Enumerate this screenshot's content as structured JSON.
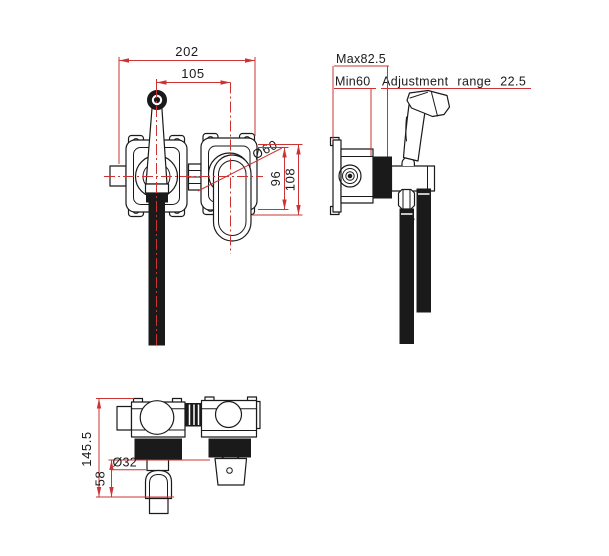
{
  "colors": {
    "dimension_red": "#cc3333",
    "line_black": "#1a1a1a",
    "background": "#ffffff"
  },
  "front_view": {
    "dim_width_total": "202",
    "dim_width_centers": "105",
    "dim_escutcheon_diameter": "Ø60",
    "dim_plate_height": "96",
    "dim_total_height": "108"
  },
  "side_view": {
    "dim_max_depth": "Max82.5",
    "dim_min_depth": "Min60",
    "dim_adjustment_range": "Adjustment range 22.5"
  },
  "bottom_view": {
    "dim_total_length": "145.5",
    "dim_holder_length": "58",
    "dim_holder_diameter": "Ø32"
  }
}
